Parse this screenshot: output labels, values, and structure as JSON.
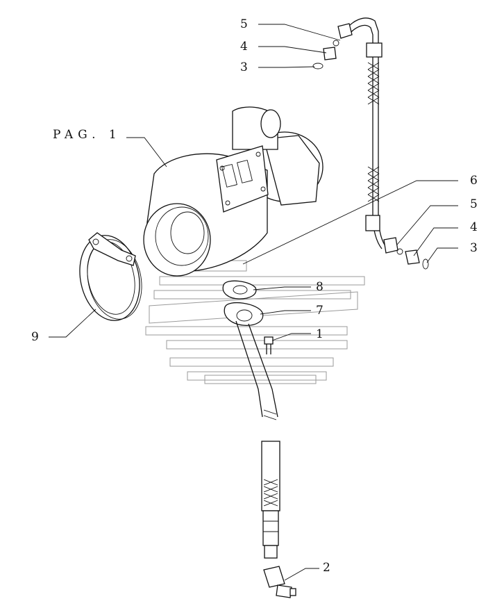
{
  "reference_label": "PAG. 1",
  "callouts": {
    "c5_top": "5",
    "c4_top": "4",
    "c3_top": "3",
    "c6": "6",
    "c5_right": "5",
    "c4_right": "4",
    "c3_right": "3",
    "c8": "8",
    "c7": "7",
    "c1": "1",
    "c9": "9",
    "c2": "2"
  }
}
